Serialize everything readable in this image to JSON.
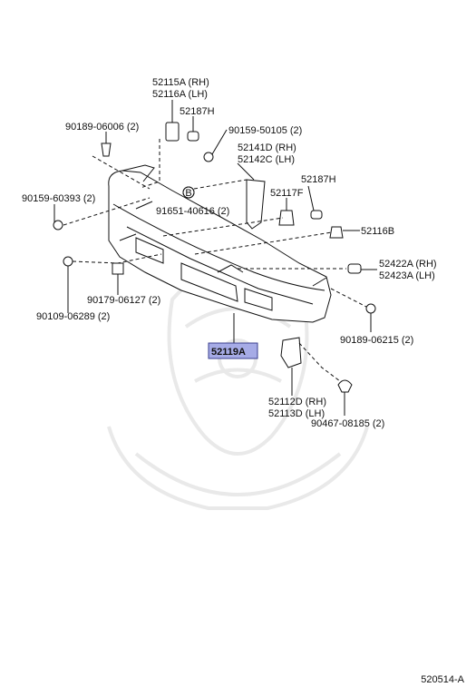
{
  "diagram": {
    "highlighted_part": "52119A",
    "parts": [
      {
        "id": "p1",
        "lines": [
          "52115A (RH)",
          "52116A (LH)"
        ]
      },
      {
        "id": "p2",
        "lines": [
          "52187H"
        ]
      },
      {
        "id": "p3",
        "lines": [
          "90189-06006 (2)"
        ]
      },
      {
        "id": "p4",
        "lines": [
          "90159-50105 (2)"
        ]
      },
      {
        "id": "p5",
        "lines": [
          "52141D (RH)",
          "52142C (LH)"
        ]
      },
      {
        "id": "p6",
        "lines": [
          "52187H"
        ]
      },
      {
        "id": "p7",
        "lines": [
          "90159-60393 (2)"
        ]
      },
      {
        "id": "p8",
        "lines": [
          "91651-40616 (2)"
        ]
      },
      {
        "id": "p9",
        "lines": [
          "52117F"
        ]
      },
      {
        "id": "p10",
        "lines": [
          "52116B"
        ]
      },
      {
        "id": "p11",
        "lines": [
          "52422A (RH)",
          "52423A (LH)"
        ]
      },
      {
        "id": "p12",
        "lines": [
          "90179-06127 (2)"
        ]
      },
      {
        "id": "p13",
        "lines": [
          "90109-06289 (2)"
        ]
      },
      {
        "id": "p14",
        "lines": [
          "90189-06215 (2)"
        ]
      },
      {
        "id": "p15",
        "lines": [
          "52119A"
        ]
      },
      {
        "id": "p16",
        "lines": [
          "52112D (RH)",
          "52113D (LH)"
        ]
      },
      {
        "id": "p17",
        "lines": [
          "90467-08185 (2)"
        ]
      }
    ],
    "callout_symbol": "B",
    "figure_code": "520514-A"
  }
}
